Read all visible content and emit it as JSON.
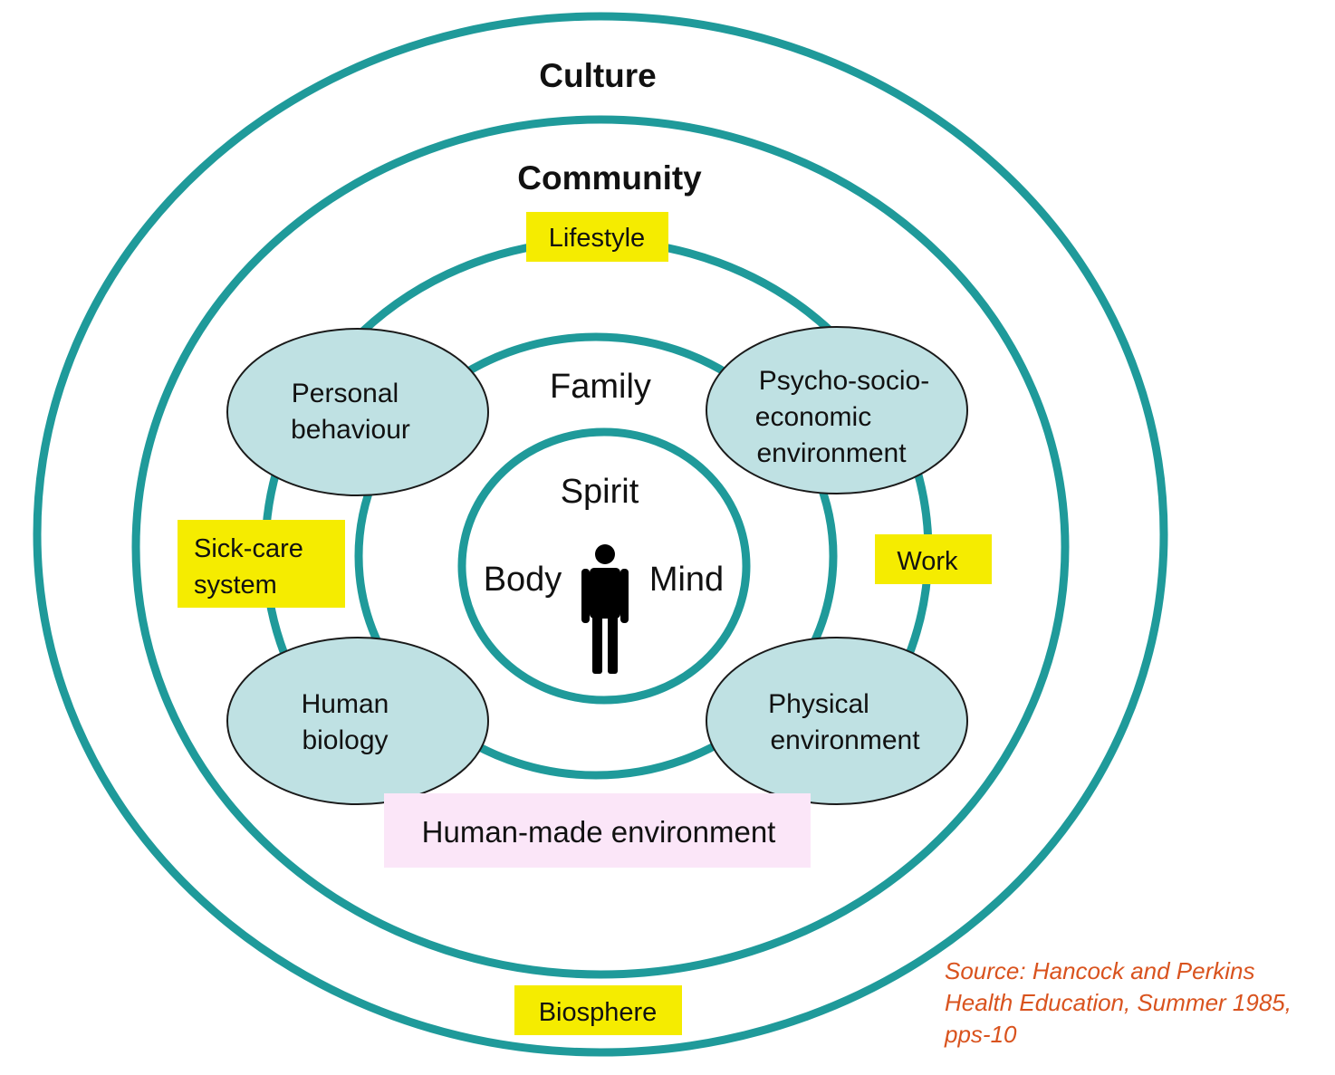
{
  "rings": {
    "culture": "Culture",
    "community": "Community",
    "family": "Family",
    "spirit": "Spirit",
    "body": "Body",
    "mind": "Mind"
  },
  "boxes": {
    "lifestyle": "Lifestyle",
    "sick_care_line1": "Sick-care",
    "sick_care_line2": "system",
    "work": "Work",
    "human_made": "Human-made environment",
    "biosphere": "Biosphere"
  },
  "ellipses": {
    "personal_line1": "Personal",
    "personal_line2": "behaviour",
    "psycho_line1": "Psycho-socio-",
    "psycho_line2": "economic",
    "psycho_line3": "environment",
    "human_bio_line1": "Human",
    "human_bio_line2": "biology",
    "physical_line1": "Physical",
    "physical_line2": "environment"
  },
  "source": {
    "line1": "Source: Hancock and Perkins",
    "line2": "Health Education, Summer 1985,",
    "line3": "pps-10"
  },
  "colors": {
    "ring": "#1f9a9a",
    "ellipse_fill": "#bfe1e3",
    "box_yellow": "#f5ec00",
    "box_pink": "#fbe6f8",
    "source_text": "#d9531e"
  },
  "icons": {
    "person": "person-icon"
  }
}
